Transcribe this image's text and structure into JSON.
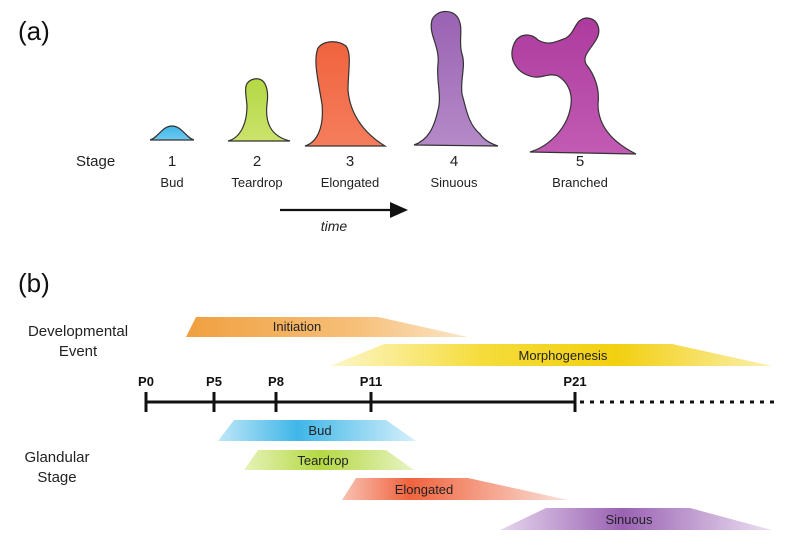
{
  "panels": {
    "a": "(a)",
    "b": "(b)"
  },
  "panel_a": {
    "row_label": "Stage",
    "stages": [
      {
        "number": "1",
        "name": "Bud",
        "color": "#3fb6e8"
      },
      {
        "number": "2",
        "name": "Teardrop",
        "color": "#b4d843"
      },
      {
        "number": "3",
        "name": "Elongated",
        "color": "#f0633e"
      },
      {
        "number": "4",
        "name": "Sinuous",
        "color": "#9a62b3"
      },
      {
        "number": "5",
        "name": "Branched",
        "color": "#ad3b9e"
      }
    ],
    "time_label": "time"
  },
  "panel_b": {
    "events_label_line1": "Developmental",
    "events_label_line2": "Event",
    "events": [
      {
        "name": "Initiation",
        "color": "#f0a040"
      },
      {
        "name": "Morphogenesis",
        "color": "#f2cf10"
      }
    ],
    "timeline_ticks": [
      "P0",
      "P5",
      "P8",
      "P11",
      "P21"
    ],
    "glandular_label_line1": "Glandular",
    "glandular_label_line2": "Stage",
    "glandular": [
      {
        "name": "Bud",
        "color": "#3fb6e8"
      },
      {
        "name": "Teardrop",
        "color": "#b4d843"
      },
      {
        "name": "Elongated",
        "color": "#f0633e"
      },
      {
        "name": "Sinuous",
        "color": "#9a62b3"
      }
    ]
  }
}
